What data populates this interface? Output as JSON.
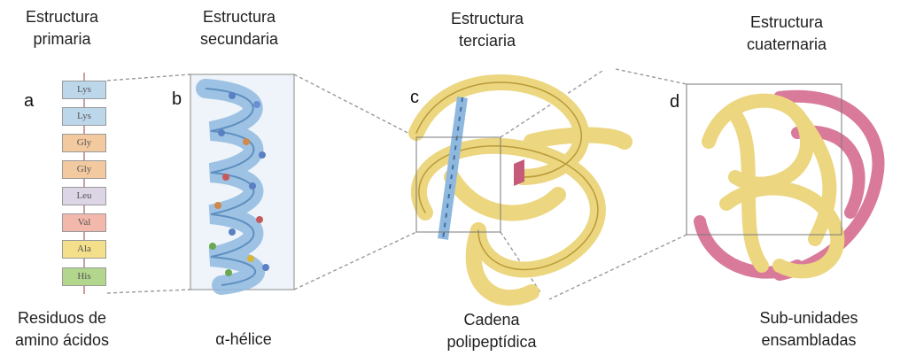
{
  "labels": {
    "primary": [
      "Estructura",
      "primaria"
    ],
    "secondary": [
      "Estructura",
      "secundaria"
    ],
    "tertiary": [
      "Estructura",
      "terciaria"
    ],
    "quaternary": [
      "Estructura",
      "cuaternaria"
    ],
    "residues": [
      "Residuos de",
      "amino ácidos"
    ],
    "helix": "α-hélice",
    "chain": [
      "Cadena",
      "polipeptídica"
    ],
    "subunits": [
      "Sub-unidades",
      "ensambladas"
    ]
  },
  "panel_letters": [
    "a",
    "b",
    "c",
    "d"
  ],
  "residues": [
    {
      "name": "Lys",
      "color": "#bcd6ea"
    },
    {
      "name": "Lys",
      "color": "#bcd6ea"
    },
    {
      "name": "Gly",
      "color": "#f3c9a0"
    },
    {
      "name": "Gly",
      "color": "#f3c9a0"
    },
    {
      "name": "Leu",
      "color": "#dcd5e6"
    },
    {
      "name": "Val",
      "color": "#f3b8ac"
    },
    {
      "name": "Ala",
      "color": "#f4e08a"
    },
    {
      "name": "His",
      "color": "#b2d68c"
    }
  ],
  "colors": {
    "helix": "#8fb8de",
    "tertiary_chain": "#ecd67f",
    "quaternary_subunit_a": "#ecd67f",
    "quaternary_subunit_b": "#d97a9a",
    "connector": "#9a9a9a"
  }
}
